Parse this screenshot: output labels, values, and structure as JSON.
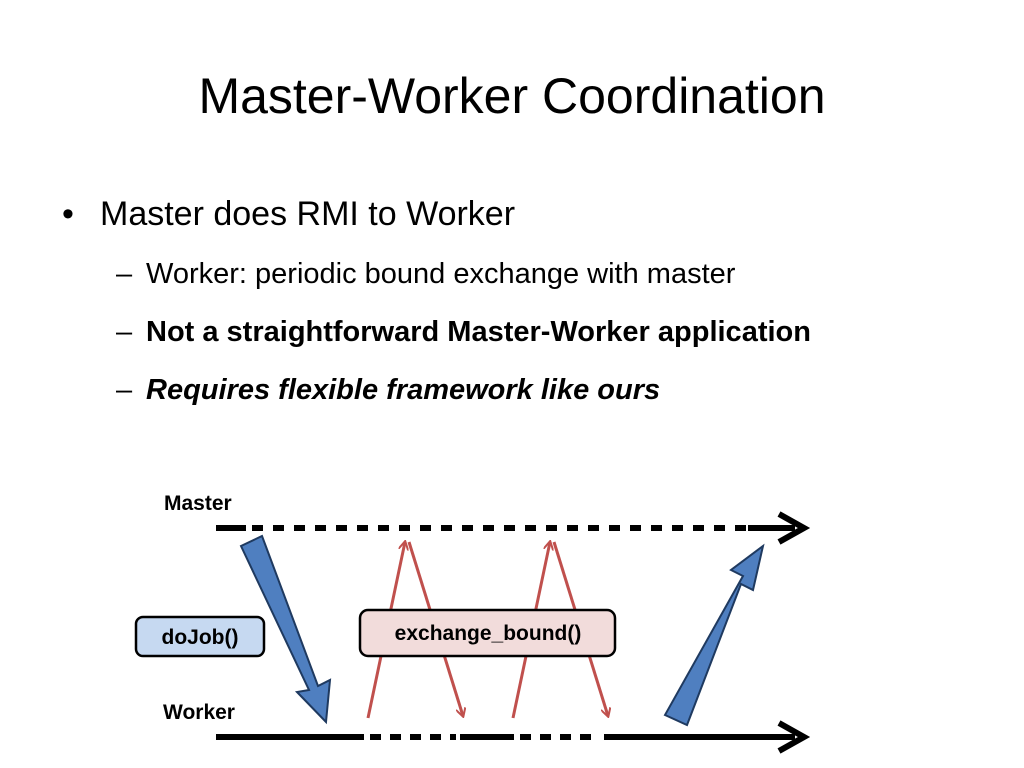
{
  "slide": {
    "title": "Master-Worker Coordination",
    "bullet": "Master does RMI to Worker",
    "subbullets": [
      "Worker: periodic bound exchange with master",
      "Not a straightforward Master-Worker application",
      "Requires flexible framework like ours"
    ],
    "bullet_glyph": "•",
    "dash_glyph": "–"
  },
  "diagram": {
    "master_label": "Master",
    "worker_label": "Worker",
    "dojob_label": "doJob()",
    "exchange_label": "exchange_bound()",
    "colors": {
      "blue_arrow": "#4f7fc0",
      "blue_arrow_outline": "#1f3a60",
      "red_arrow": "#c0504d",
      "dojob_fill": "#c6d9f1",
      "exchange_fill": "#f2dcdb"
    }
  }
}
